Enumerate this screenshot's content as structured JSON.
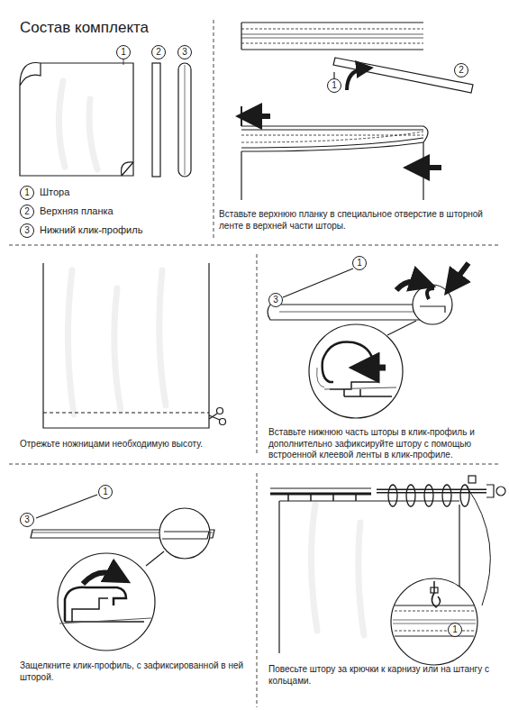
{
  "diagram": {
    "title": "Состав комплекта",
    "labels": [
      "1",
      "2",
      "3",
      "1",
      "Штора",
      "2",
      "Верхняя планка",
      "3",
      "Нижний клик-профиль",
      "Вставьте верхнюю планку в специальное отверстие в шторной ленте в верхней части шторы.",
      "1",
      "2",
      "Отрежьте ножницами необходимую высоту.",
      "3",
      "1",
      "Вставьте нижнюю часть шторы в клик-профиль и дополнительно зафиксируйте штору с помощью встроенной клеевой ленты в клик-профиле.",
      "3",
      "1",
      "Защелкните клик-профиль, с зафиксированной в ней шторой.",
      "1",
      "Повесьте штору за крючки к карнизу или на штангу с кольцами."
    ]
  }
}
